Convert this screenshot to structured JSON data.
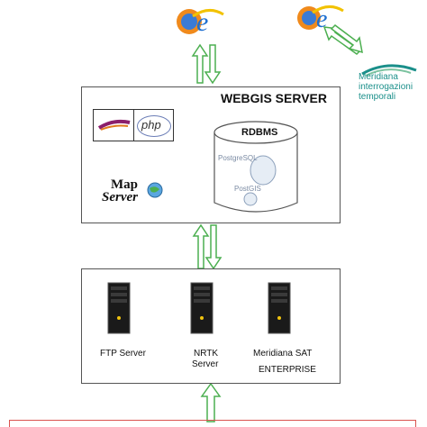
{
  "webgis_server": {
    "title": "WEBGIS SERVER",
    "rdbms": {
      "title": "RDBMS",
      "postgresql": "PostgreSQL",
      "postgis": "PostGIS"
    },
    "php_label": "php",
    "mapserver": {
      "line1": "Map",
      "line2": "Server"
    }
  },
  "servers": [
    {
      "label_line1": "FTP Server",
      "label_line2": ""
    },
    {
      "label_line1": "NRTK",
      "label_line2": "Server"
    },
    {
      "label_line1": "Meridiana SAT",
      "label_line2": "ENTERPRISE"
    }
  ],
  "meridiana_logo": {
    "line1": "Meridiana",
    "line2": "interrogazioni",
    "line3": "temporali"
  },
  "colors": {
    "arrow_fill": "#ffffff",
    "arrow_stroke": "#4caf50",
    "box_border": "#555555",
    "bottom_bar_border": "#d9534f",
    "ie_blue": "#1e6fd0",
    "firefox_orange": "#f08a1c",
    "meridiana_teal": "#1a8f8a"
  }
}
